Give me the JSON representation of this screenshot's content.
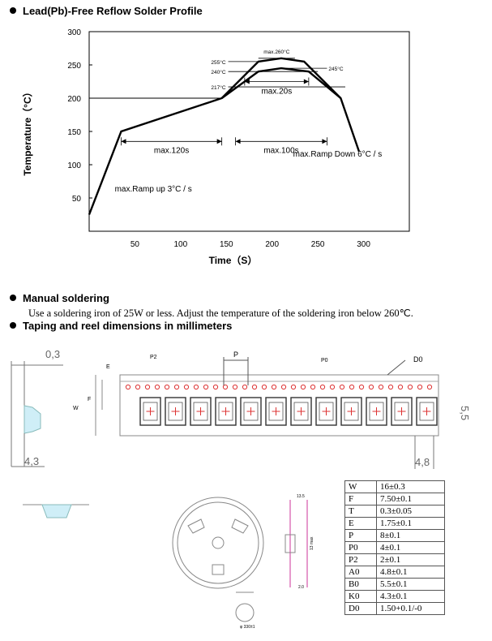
{
  "sections": {
    "reflow_title": "Lead(Pb)-Free Reflow Solder Profile",
    "manual_title": "Manual soldering",
    "manual_text": "Use a soldering iron of 25W or less. Adjust the temperature of the soldering iron below 260℃.",
    "taping_title": "Taping and reel dimensions in millimeters"
  },
  "chart_data": {
    "type": "line",
    "title": "Lead(Pb)-Free Reflow Solder Profile",
    "xlabel": "Time（S）",
    "ylabel": "Temperature（°C）",
    "xlim": [
      0,
      350
    ],
    "ylim": [
      0,
      300
    ],
    "xticks": [
      50,
      100,
      150,
      200,
      250,
      300
    ],
    "yticks": [
      50,
      100,
      150,
      200,
      250,
      300
    ],
    "series": [
      {
        "x": [
          0,
          35,
          145,
          185,
          210,
          235,
          275,
          295
        ],
        "y": [
          25,
          150,
          200,
          255,
          260,
          255,
          200,
          120
        ]
      },
      {
        "x": [
          145,
          185,
          210,
          240,
          275
        ],
        "y": [
          200,
          240,
          245,
          240,
          200
        ]
      }
    ],
    "reference_lines": [
      {
        "label": "217°C",
        "y": 217
      },
      {
        "label": "240°C",
        "y": 240
      },
      {
        "label": "255°C",
        "y": 255
      },
      {
        "label": "max.260°C",
        "y": 260
      },
      {
        "label": "245°C",
        "y": 245
      }
    ],
    "annotations": [
      {
        "text": "max.120s",
        "x_range": [
          35,
          145
        ]
      },
      {
        "text": "max.100s",
        "x_range": [
          160,
          260
        ]
      },
      {
        "text": "max.20s",
        "x_range": [
          170,
          240
        ]
      },
      {
        "text": "max.Ramp up 3°C / s"
      },
      {
        "text": "max.Ramp Down 6°C / s"
      }
    ]
  },
  "tape": {
    "dim_03": "0,3",
    "dim_43": "4,3",
    "dim_48": "4,8",
    "dim_55": "5,5",
    "label_p2": "P2",
    "label_p": "P",
    "label_p0": "P0",
    "label_d0": "D0",
    "label_e": "E",
    "label_f": "F",
    "label_w": "W",
    "reel_labels": [
      "13.5",
      "13 max",
      "2.0",
      "φ 330±1"
    ]
  },
  "spec_table": [
    {
      "key": "W",
      "value": "16±0.3"
    },
    {
      "key": "F",
      "value": "7.50±0.1"
    },
    {
      "key": "T",
      "value": "0.3±0.05"
    },
    {
      "key": "E",
      "value": "1.75±0.1"
    },
    {
      "key": "P",
      "value": "8±0.1"
    },
    {
      "key": "P0",
      "value": "4±0.1"
    },
    {
      "key": "P2",
      "value": "2±0.1"
    },
    {
      "key": "A0",
      "value": "4.8±0.1"
    },
    {
      "key": "B0",
      "value": "5.5±0.1"
    },
    {
      "key": "K0",
      "value": "4.3±0.1"
    },
    {
      "key": "D0",
      "value": "1.50+0.1/-0"
    }
  ]
}
